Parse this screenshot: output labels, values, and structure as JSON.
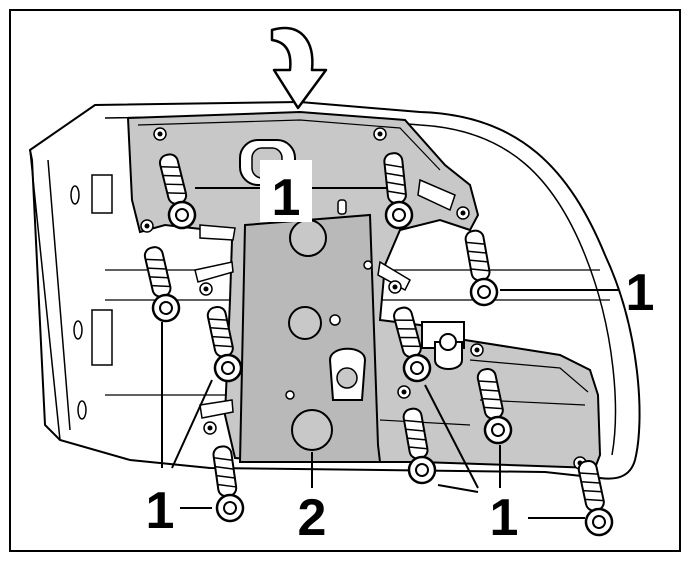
{
  "figure": {
    "colors": {
      "housing_fill": "#ffffff",
      "plate_fill": "#c8c8c8",
      "shadow_fill": "#a8a8a8",
      "line": "#000000",
      "frame": "#000000"
    },
    "direction_arrow_icon": "curved-down-arrow",
    "callouts": {
      "screw_top_center": "1",
      "screw_right": "1",
      "screw_bottom_left": "1",
      "screw_bottom_right": "1",
      "item_two": "2"
    }
  }
}
